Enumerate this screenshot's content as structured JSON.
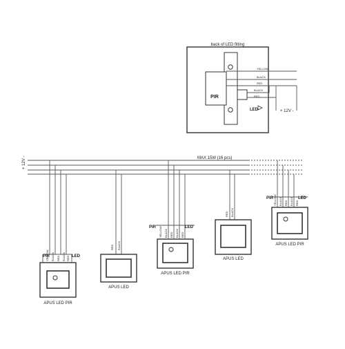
{
  "inset": {
    "title": "back of LED fitting",
    "pir_label": "PIR",
    "led_label": "LED",
    "wires": [
      "YELLOW",
      "BLACK",
      "RED",
      "BLACK",
      "RED"
    ],
    "supply": "+ 12V -"
  },
  "bus": {
    "supply": "+ 12V -",
    "max_label": "MAX 15W (16 pcs)"
  },
  "devices": [
    {
      "name": "APUS LED PIR",
      "pir": "PIR",
      "led": "LED",
      "wires": [
        "YELLOW",
        "BLACK",
        "RED",
        "BLACK",
        "RED"
      ]
    },
    {
      "name": "APUS LED",
      "wires": [
        "RED",
        "BLACK"
      ]
    },
    {
      "name": "APUS LED PIR",
      "pir": "PIR",
      "led": "LED",
      "wires": [
        "YELLOW",
        "BLACK",
        "RED",
        "BLACK",
        "RED"
      ]
    },
    {
      "name": "APUS LED",
      "wires": [
        "RED",
        "BLACK"
      ]
    },
    {
      "name": "APUS LED PIR",
      "pir": "PIR",
      "led": "LED",
      "wires": [
        "YELLOW",
        "BLACK",
        "RED",
        "BLACK",
        "RED"
      ]
    }
  ]
}
